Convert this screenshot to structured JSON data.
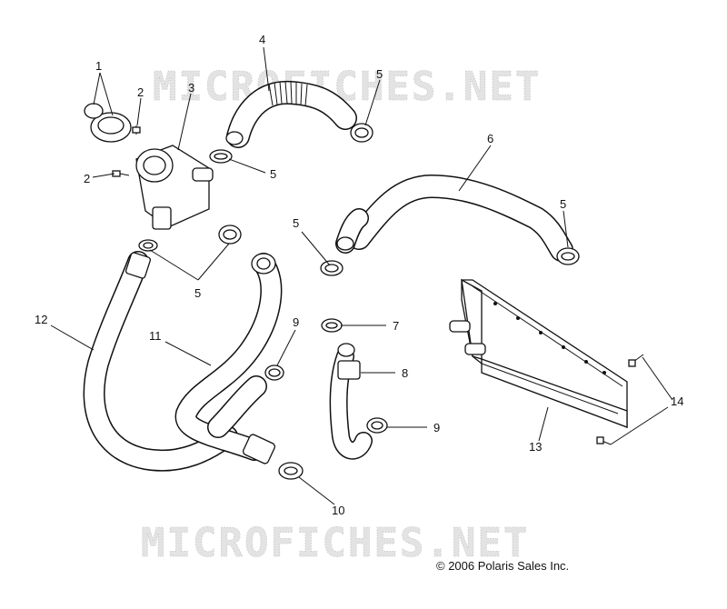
{
  "watermarks": [
    "MICROFICHES.NET",
    "MICROFICHES.NET"
  ],
  "copyright": "© 2006 Polaris Sales Inc.",
  "callouts": {
    "c1": "1",
    "c2a": "2",
    "c2b": "2",
    "c3": "3",
    "c4": "4",
    "c5a": "5",
    "c5b": "5",
    "c5c": "5",
    "c5d": "5",
    "c5e": "5",
    "c6": "6",
    "c7": "7",
    "c8": "8",
    "c9a": "9",
    "c9b": "9",
    "c10": "10",
    "c11": "11",
    "c12": "12",
    "c13": "13",
    "c14": "14"
  }
}
